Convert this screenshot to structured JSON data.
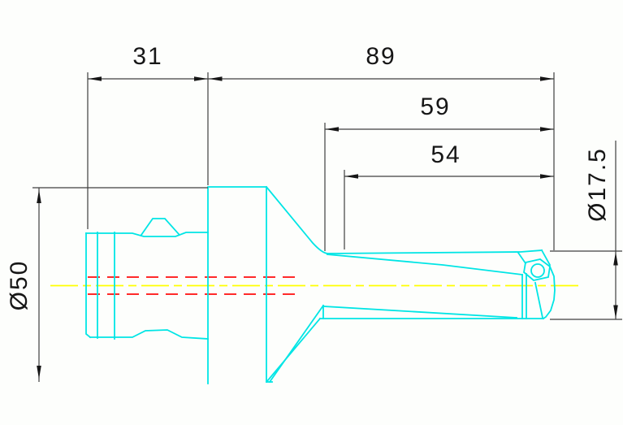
{
  "drawing": {
    "type_note": "2D CAD side view of an indexable insert drill with collet shank",
    "dimensions": {
      "collet_length": "31",
      "overall_length": "89",
      "flute_to_tip_length": "59",
      "flute_length": "54",
      "flange_diameter": "Ø50",
      "cutting_diameter": "Ø17.5"
    },
    "colors": {
      "geometry": "#00e5e5",
      "centerline": "#ffff00",
      "hidden_line": "#ff2a2a",
      "dimension_line": "#3f3f3f",
      "dimension_text": "#161616",
      "background": "#fdfefc"
    }
  }
}
